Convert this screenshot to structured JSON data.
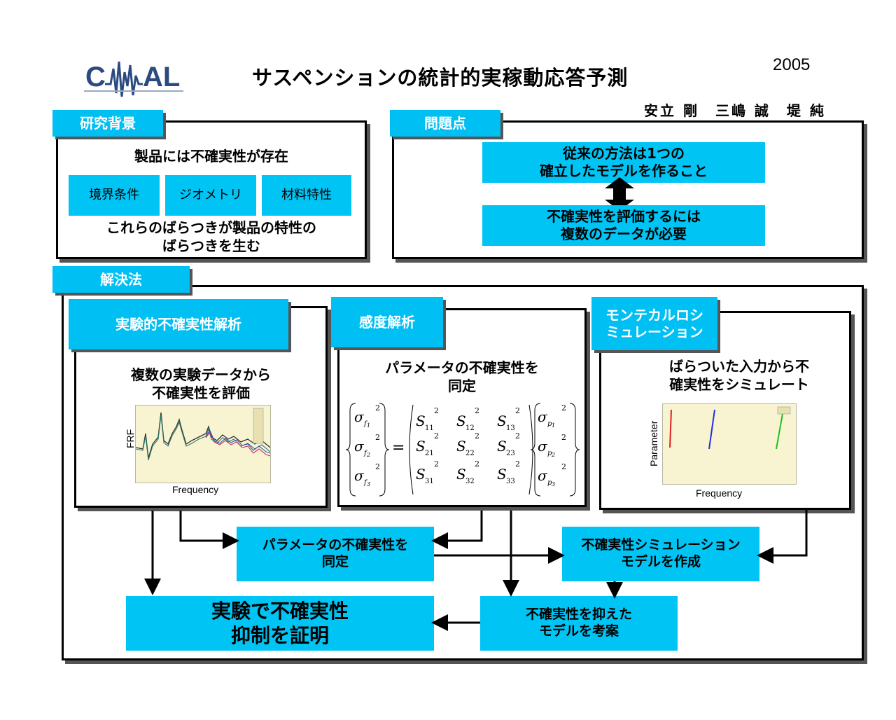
{
  "header": {
    "logo_text": "CAMAL",
    "title": "サスペンションの統計的実稼動応答予測",
    "year": "2005",
    "authors": "安立 剛　三嶋 誠　堤 純"
  },
  "background": {
    "tab": "研究背景",
    "headline": "製品には不確実性が存在",
    "factors": [
      "境界条件",
      "ジオメトリ",
      "材料特性"
    ],
    "conclusion_line1": "これらのばらつきが製品の特性の",
    "conclusion_line2": "ばらつきを生む"
  },
  "problem": {
    "tab": "問題点",
    "box1_line1": "従来の方法は1つの",
    "box1_line2": "確立したモデルを作ること",
    "box2_line1": "不確実性を評価するには",
    "box2_line2": "複数のデータが必要"
  },
  "solution": {
    "tab": "解決法",
    "experimental": {
      "tab": "実験的不確実性解析",
      "line1": "複数の実験データから",
      "line2": "不確実性を評価",
      "y_axis": "FRF",
      "x_axis": "Frequency"
    },
    "sensitivity": {
      "tab": "感度解析",
      "line1": "パラメータの不確実性を",
      "line2": "同定"
    },
    "montecarlo": {
      "tab_line1": "モンテカルロシ",
      "tab_line2": "ミュレーション",
      "line1": "ばらついた入力から不",
      "line2": "確実性をシミュレート",
      "y_axis": "Parameter",
      "x_axis": "Frequency"
    },
    "identify": {
      "line1": "パラメータの不確実性を",
      "line2": "同定"
    },
    "simmodel": {
      "line1": "不確実性シミュレーション",
      "line2": "モデルを作成"
    },
    "proposal": {
      "line1": "不確実性を抑えた",
      "line2": "モデルを考案"
    },
    "proof": {
      "line1": "実験で不確実性",
      "line2": "抑制を証明"
    }
  },
  "colors": {
    "accent": "#00c4f4",
    "shadow": "#555555",
    "plot_bg": "#f8f4d2"
  }
}
